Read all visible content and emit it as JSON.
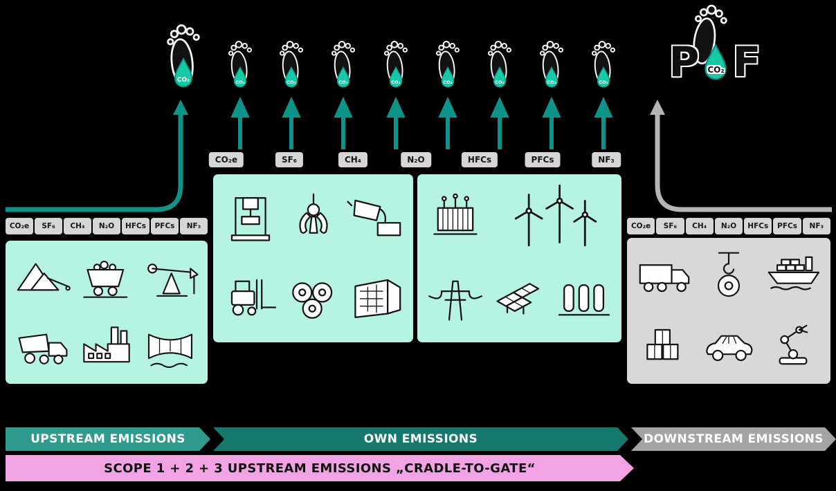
{
  "gases": [
    "CO₂e",
    "SF₆",
    "CH₄",
    "N₂O",
    "HFCs",
    "PFCs",
    "NF₃"
  ],
  "footprint": {
    "drop_label": "CO₂"
  },
  "pcf_logo": {
    "p": "P",
    "f": "F",
    "drop_label": "CO₂"
  },
  "banners": {
    "upstream": "UPSTREAM EMISSIONS",
    "own": "OWN EMISSIONS",
    "downstream": "DOWNSTREAM EMISSIONS",
    "scope": "SCOPE 1 + 2 + 3 UPSTREAM EMISSIONS „CRADLE-TO-GATE“"
  },
  "colors": {
    "teal_arrow": "#0d9388",
    "drop_teal": "#17c9a7",
    "mint_panel": "#b6f3e3",
    "gray_panel": "#d8d8d8",
    "tag_gray": "#d6d6d6",
    "banner_upstream": "#2e9b8c",
    "banner_own": "#15786c",
    "banner_downstream": "#a4a4a4",
    "banner_scope_pink": "#f2a3e4",
    "background": "#000000"
  },
  "panels": {
    "left_upstream_icons": [
      "raw-material-pile",
      "mine-cart",
      "oil-pump-jack",
      "dump-truck",
      "factory",
      "hydro-dam"
    ],
    "production_icons": [
      "press-machine",
      "grabber-claw",
      "casting-ladle",
      "forklift",
      "steel-coils",
      "machining-center"
    ],
    "energy_icons": [
      "transformer-station",
      "wind-turbines",
      "power-pylon",
      "solar-panels",
      "storage-tanks"
    ],
    "right_downstream_icons": [
      "truck",
      "crane-hook-coil",
      "container-ship",
      "boxes",
      "car",
      "robot-arm"
    ]
  }
}
